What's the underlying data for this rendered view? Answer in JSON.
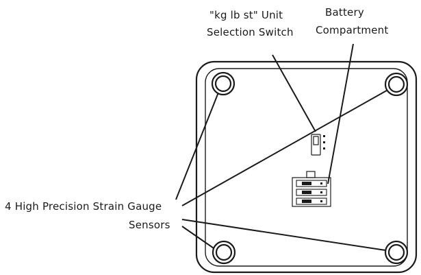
{
  "labels": {
    "unit_switch_line1": "\"kg lb st\" Unit",
    "unit_switch_line2": "Selection Switch",
    "battery_line1": "Battery",
    "battery_line2": "Compartment",
    "sensors_line1": "4 High Precision Strain Gauge",
    "sensors_line2": "Sensors"
  },
  "icons": {
    "sensor": "circle-foot-icon",
    "switch": "slide-switch-icon",
    "battery": "battery-compartment-icon"
  }
}
